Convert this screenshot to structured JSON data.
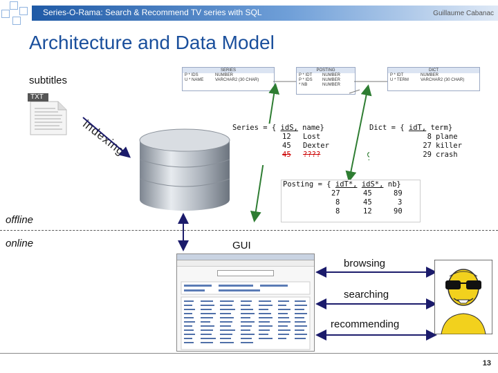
{
  "header": {
    "title": "Series-O-Rama: Search & Recommend TV series with SQL",
    "author": "Guillaume Cabanac"
  },
  "page_title": "Architecture and Data Model",
  "labels": {
    "subtitles": "subtitles",
    "txt": "TXT",
    "indexing": "indexing",
    "db": "DB",
    "offline": "offline",
    "online": "online",
    "gui": "GUI",
    "browsing": "browsing",
    "searching": "searching",
    "recommending": "recommending",
    "ui_1": "UI",
    "ui_2": "UI"
  },
  "schema_tables": {
    "series": {
      "name": "SERIES",
      "rows": [
        [
          "P * IDS",
          "NUMBER"
        ],
        [
          "U * NAME",
          "VARCHAR2 (30 CHAR)"
        ]
      ]
    },
    "postings": {
      "name": "POSTING",
      "rows": [
        [
          "P * IDT",
          "NUMBER"
        ],
        [
          "P * IDS",
          "NUMBER"
        ],
        [
          "* NB",
          "NUMBER"
        ]
      ]
    },
    "dict": {
      "name": "DICT",
      "rows": [
        [
          "P * IDT",
          "NUMBER"
        ],
        [
          "U * TERM",
          "VARCHAR2 (30 CHAR)"
        ]
      ]
    }
  },
  "series_block": {
    "head": "Series = {",
    "col1": "idS,",
    "col2": "name}",
    "rows": [
      [
        "12",
        "Lost"
      ],
      [
        "45",
        "Dexter"
      ]
    ],
    "struck_row": [
      "45",
      "????"
    ]
  },
  "dict_block": {
    "head": "Dict = {",
    "col1": "idT,",
    "col2": "term}",
    "rows": [
      [
        "8",
        "plane"
      ],
      [
        "27",
        "killer"
      ],
      [
        "29",
        "crash"
      ]
    ]
  },
  "posting_block": {
    "head": "Posting = {",
    "col1": "idT*,",
    "col2": "idS*,",
    "col3": "nb}",
    "rows": [
      [
        "27",
        "45",
        "89"
      ],
      [
        "8",
        "45",
        "3"
      ],
      [
        "8",
        "12",
        "90"
      ]
    ]
  },
  "page_number": "13",
  "colors": {
    "title_blue": "#1a4f9c",
    "header_blue": "#1f5aa6",
    "arrow_green": "#2e7d32",
    "arrow_navy": "#1b1b6b"
  }
}
